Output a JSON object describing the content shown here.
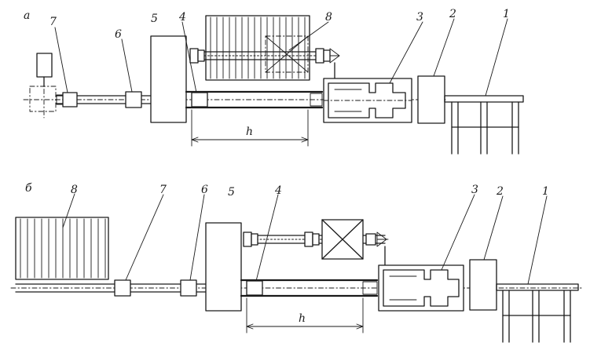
{
  "top": {
    "panel_letter": "a",
    "labels": {
      "n1": "1",
      "n2": "2",
      "n3": "3",
      "n4": "4",
      "n5": "5",
      "n6": "6",
      "n7": "7",
      "n8": "8"
    },
    "dimension": "h"
  },
  "bottom": {
    "panel_letter": "б",
    "labels": {
      "n1": "1",
      "n2": "2",
      "n3": "3",
      "n4": "4",
      "n5": "5",
      "n6": "6",
      "n7": "7",
      "n8": "8"
    },
    "dimension": "h"
  }
}
